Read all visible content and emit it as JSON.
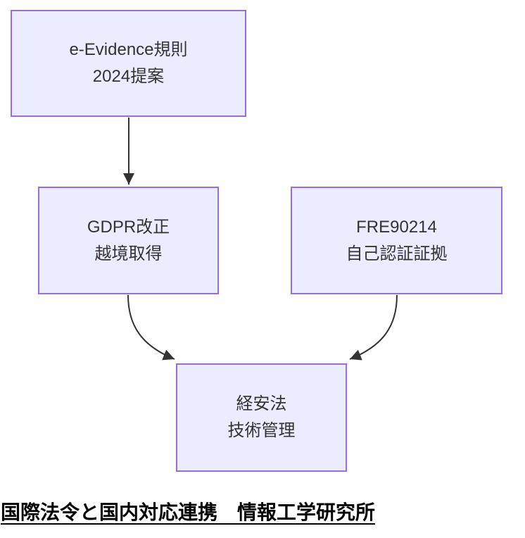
{
  "diagram": {
    "nodes": {
      "evidence": {
        "id": "e-evidence-2024",
        "line1": "e-Evidence規則",
        "line2": "2024提案"
      },
      "gdpr": {
        "id": "gdpr-kaisei",
        "line1": "GDPR改正",
        "line2": "越境取得"
      },
      "fre": {
        "id": "fre90214",
        "line1": "FRE90214",
        "line2": "自己認証証拠"
      },
      "keian": {
        "id": "keianhou",
        "line1": "経安法",
        "line2": "技術管理"
      }
    },
    "edges": [
      {
        "from": "e-evidence-2024",
        "to": "gdpr-kaisei"
      },
      {
        "from": "gdpr-kaisei",
        "to": "keianhou"
      },
      {
        "from": "fre90214",
        "to": "keianhou"
      }
    ],
    "colors": {
      "node_fill": "#ECECFF",
      "node_border": "#9370DB",
      "edge_stroke": "#333333",
      "node_text": "#333333",
      "title_text": "#000000"
    }
  },
  "footer": {
    "title": "国際法令と国内対応連携　情報工学研究所"
  }
}
